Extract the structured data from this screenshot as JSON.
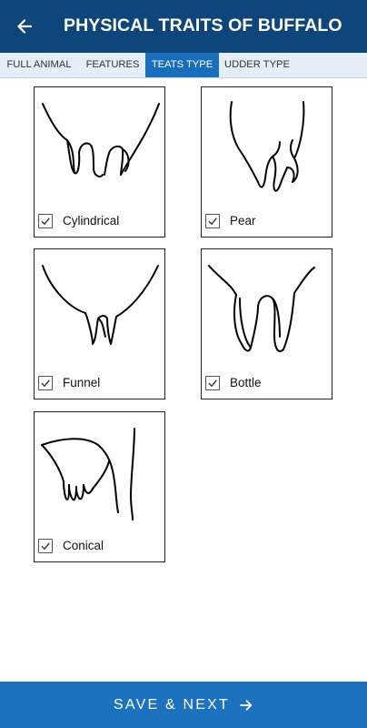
{
  "header": {
    "title": "PHYSICAL TRAITS OF BUFFALO",
    "back_icon": "arrow-left-icon",
    "bg_color": "#0e467b"
  },
  "tabs": [
    {
      "label": "FULL ANIMAL",
      "active": false
    },
    {
      "label": "FEATURES",
      "active": false
    },
    {
      "label": "TEATS TYPE",
      "active": true
    },
    {
      "label": "UDDER TYPE",
      "active": false
    }
  ],
  "options": [
    {
      "label": "Cylindrical",
      "checkbox_icon": "checkmark-icon"
    },
    {
      "label": "Pear",
      "checkbox_icon": "checkmark-icon"
    },
    {
      "label": "Funnel",
      "checkbox_icon": "checkmark-icon"
    },
    {
      "label": "Bottle",
      "checkbox_icon": "checkmark-icon"
    },
    {
      "label": "Conical",
      "checkbox_icon": "checkmark-icon"
    }
  ],
  "footer": {
    "button_label": "SAVE & NEXT",
    "arrow_icon": "arrow-right-icon",
    "bg_color": "#1d72bf"
  },
  "accent_color": "#1a6fbc"
}
